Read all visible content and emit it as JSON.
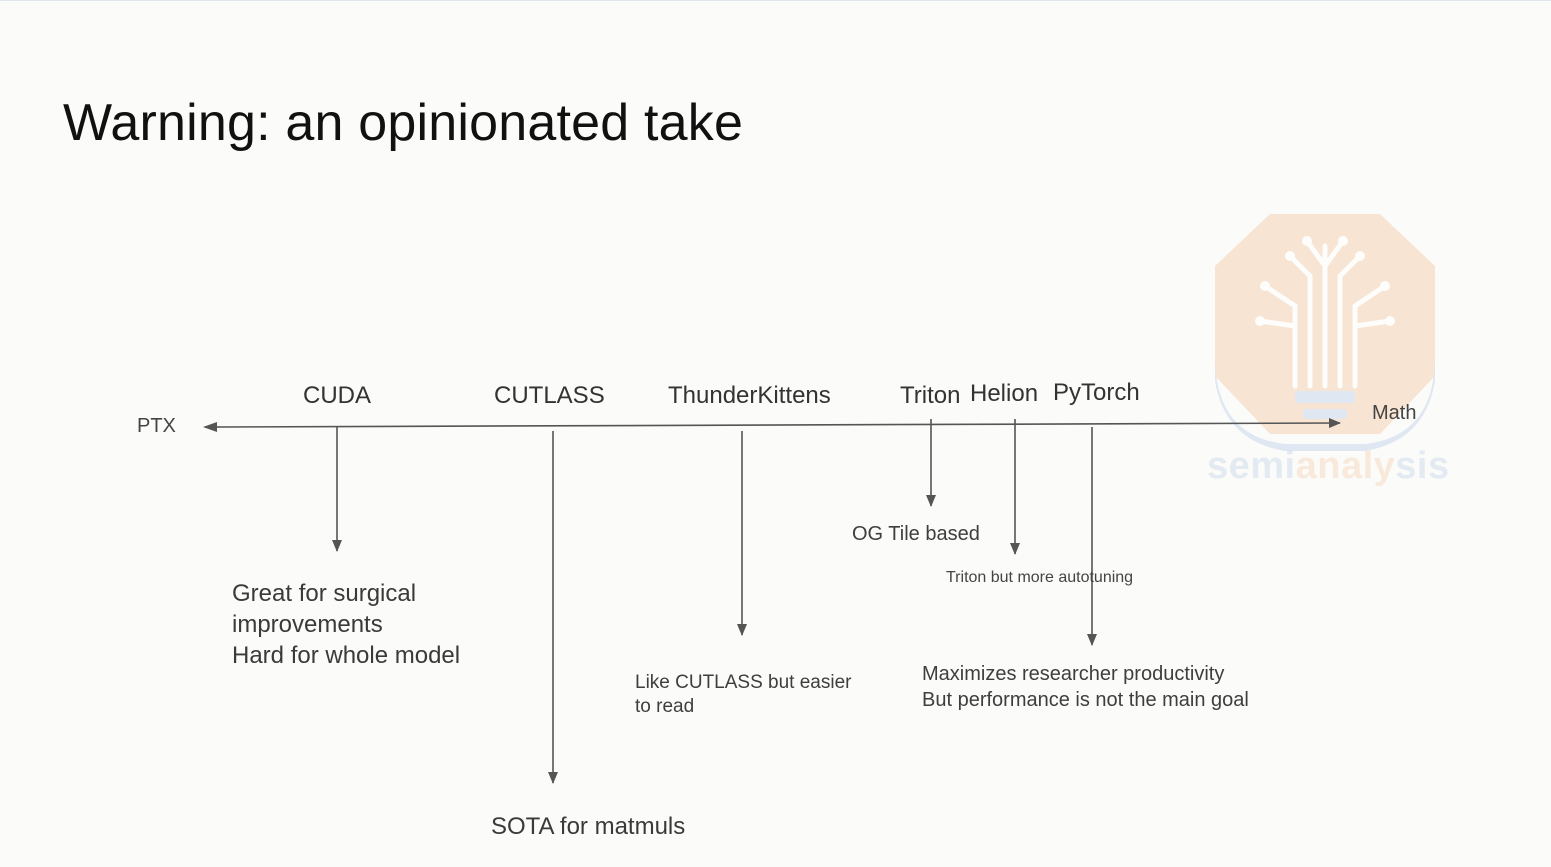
{
  "slide": {
    "title": "Warning: an opinionated take"
  },
  "axis": {
    "left_label": "PTX",
    "right_label": "Math"
  },
  "tools": [
    {
      "name": "CUDA"
    },
    {
      "name": "CUTLASS"
    },
    {
      "name": "ThunderKittens"
    },
    {
      "name": "Triton"
    },
    {
      "name": "Helion"
    },
    {
      "name": "PyTorch"
    }
  ],
  "notes": {
    "cuda": [
      "Great for surgical",
      "improvements",
      "Hard for whole model"
    ],
    "cutlass": "SOTA for matmuls",
    "thunderkittens": [
      "Like CUTLASS but easier",
      "to read"
    ],
    "triton": "OG Tile based",
    "helion": "Triton but more autotuning",
    "pytorch": [
      "Maximizes researcher productivity",
      "But performance is not the main goal"
    ]
  },
  "watermark": {
    "text_part1": "semi",
    "text_part2": "analy",
    "text_part3": "sis"
  },
  "colors": {
    "line": "#555555",
    "watermark_orange": "#f6d2b3",
    "watermark_blue": "#c9d7ee"
  }
}
